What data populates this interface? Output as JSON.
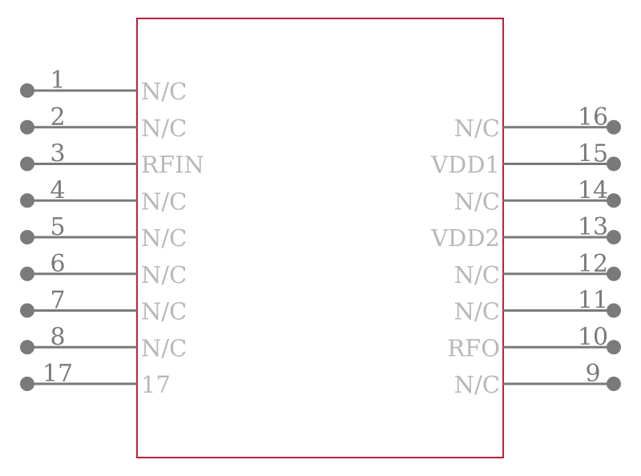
{
  "colors": {
    "body_outline": "#c0203f",
    "pin": "#7a7a7a",
    "pin_name": "#b8b8b8"
  },
  "left_pins": [
    {
      "number": "1",
      "name": "N/C"
    },
    {
      "number": "2",
      "name": "N/C"
    },
    {
      "number": "3",
      "name": "RFIN"
    },
    {
      "number": "4",
      "name": "N/C"
    },
    {
      "number": "5",
      "name": "N/C"
    },
    {
      "number": "6",
      "name": "N/C"
    },
    {
      "number": "7",
      "name": "N/C"
    },
    {
      "number": "8",
      "name": "N/C"
    },
    {
      "number": "17",
      "name": "17"
    }
  ],
  "right_pins": [
    {
      "number": "16",
      "name": "N/C"
    },
    {
      "number": "15",
      "name": "VDD1"
    },
    {
      "number": "14",
      "name": "N/C"
    },
    {
      "number": "13",
      "name": "VDD2"
    },
    {
      "number": "12",
      "name": "N/C"
    },
    {
      "number": "11",
      "name": "N/C"
    },
    {
      "number": "10",
      "name": "RFO"
    },
    {
      "number": "9",
      "name": "N/C"
    }
  ]
}
